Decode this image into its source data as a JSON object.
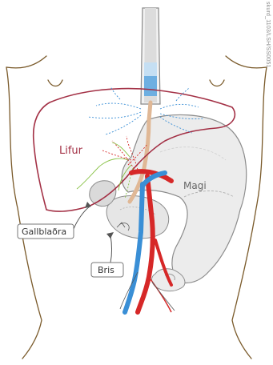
{
  "labels": {
    "liver": "Lifur",
    "stomach": "Magi",
    "gallbladder": "Gallblaðra",
    "pancreas": "Bris"
  },
  "credit": "skurd_1103/LSH/SS0051",
  "colors": {
    "liver_outline": "#a33045",
    "liver_label": "#a33045",
    "organ_fill": "#ececec",
    "organ_stroke": "#8c8c8c",
    "artery": "#d62828",
    "vein": "#3a8fd6",
    "bile_duct": "#e0b896",
    "nerve": "#8bc34a",
    "body_outline": "#7a5a2a"
  }
}
